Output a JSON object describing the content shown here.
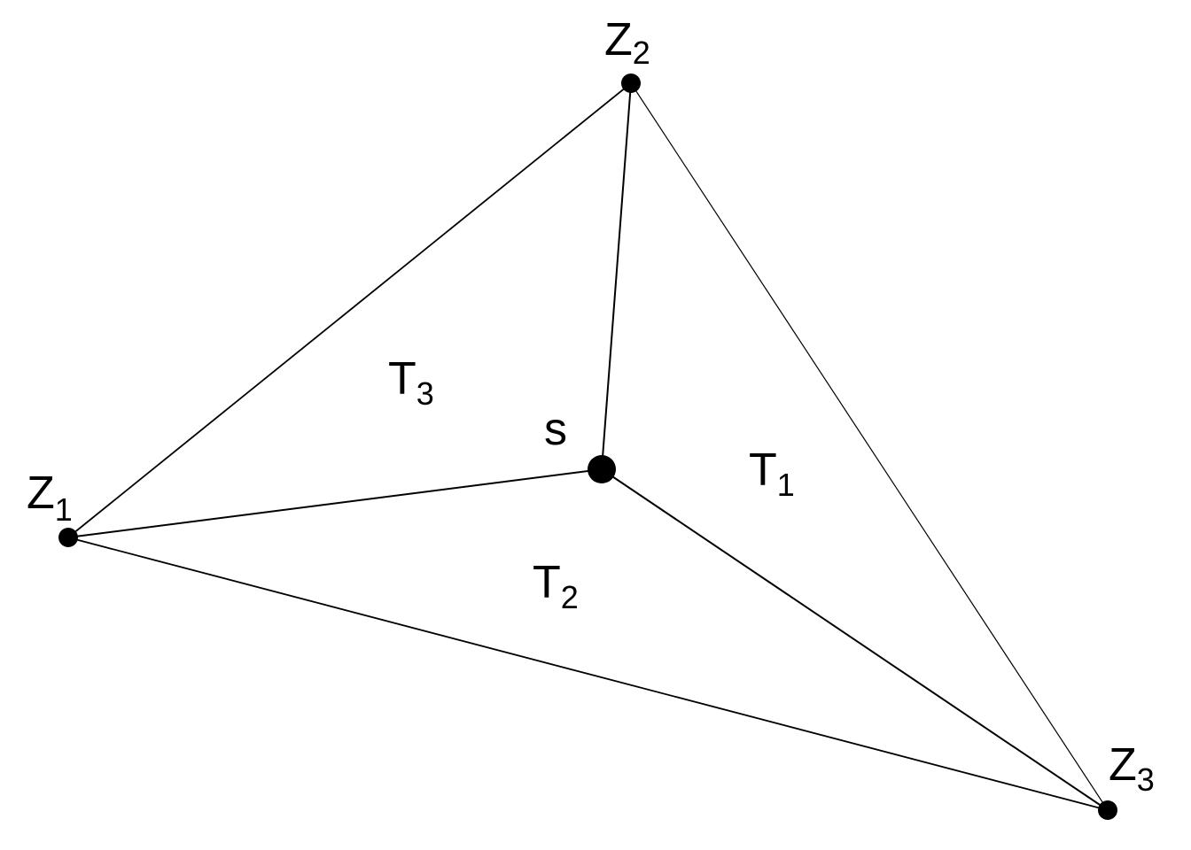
{
  "diagram": {
    "vertices": {
      "z1": {
        "label": "Z",
        "subscript": "1"
      },
      "z2": {
        "label": "Z",
        "subscript": "2"
      },
      "z3": {
        "label": "Z",
        "subscript": "3"
      },
      "s": {
        "label": "s"
      }
    },
    "regions": {
      "t1": {
        "label": "T",
        "subscript": "1"
      },
      "t2": {
        "label": "T",
        "subscript": "2"
      },
      "t3": {
        "label": "T",
        "subscript": "3"
      }
    },
    "colors": {
      "line": "#000000",
      "point": "#000000",
      "background": "#ffffff"
    }
  }
}
